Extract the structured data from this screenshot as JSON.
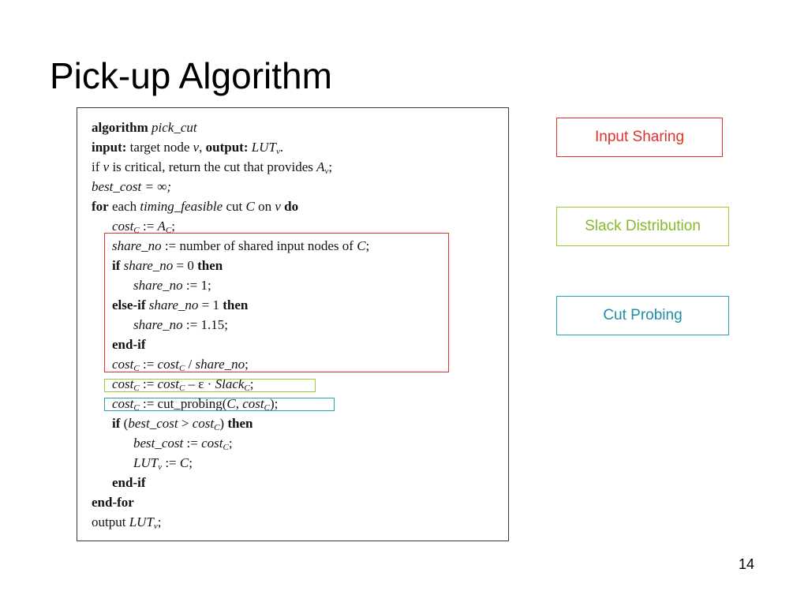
{
  "slide": {
    "title": "Pick-up Algorithm",
    "page_number": "14"
  },
  "algorithm": {
    "l1": {
      "kw": "algorithm",
      "name": "pick_cut"
    },
    "l2": {
      "kw_input": "input:",
      "text_a": "target node",
      "var_v": "v",
      "comma": ",",
      "kw_output": "output:",
      "lut": "LUT",
      "lut_sub": "v",
      "dot": "."
    },
    "l3": {
      "text_a": "if",
      "var_v": "v",
      "text_b": "is critical, return the cut that provides",
      "a": "A",
      "a_sub": "v",
      "semi": ";"
    },
    "l4": {
      "text": "best_cost = ∞;"
    },
    "l5": {
      "kw_for": "for",
      "text_a": "each",
      "tf": "timing_feasible",
      "text_b": "cut",
      "c": "C",
      "text_c": "on",
      "v": "v",
      "kw_do": "do"
    },
    "l6": {
      "cost": "cost",
      "sub": "C",
      "assign": ":=",
      "a": "A",
      "a_sub": "C",
      "semi": ";"
    },
    "l7": {
      "share": "share_no",
      "text": ":= number of shared input nodes of",
      "c": "C",
      "semi": ";"
    },
    "l8": {
      "kw_if": "if",
      "share": "share_no",
      "text": "= 0",
      "kw_then": "then"
    },
    "l9": {
      "share": "share_no",
      "text": ":= 1;"
    },
    "l10": {
      "kw_elseif": "else-if",
      "share": "share_no",
      "text": "= 1",
      "kw_then": "then"
    },
    "l11": {
      "share": "share_no",
      "text": ":= 1.15;"
    },
    "l12": {
      "kw": "end-if"
    },
    "l13": {
      "cost1": "cost",
      "sub1": "C",
      "assign": ":=",
      "cost2": "cost",
      "sub2": "C",
      "slash": "/",
      "share": "share_no",
      "semi": ";"
    },
    "l14": {
      "cost1": "cost",
      "sub1": "C",
      "assign": ":=",
      "cost2": "cost",
      "sub2": "C",
      "minus": "– ε ·",
      "slack": "Slack",
      "sub3": "C",
      "semi": ";"
    },
    "l15": {
      "cost1": "cost",
      "sub1": "C",
      "assign": ":= cut_probing(",
      "c": "C",
      "comma": ",",
      "cost2": "cost",
      "sub2": "C",
      "close": ");"
    },
    "l16": {
      "kw_if": "if",
      "paren_open": "(",
      "best": "best_cost",
      "gt": ">",
      "cost": "cost",
      "sub": "C",
      "paren_close": ")",
      "kw_then": "then"
    },
    "l17": {
      "best": "best_cost",
      "assign": ":=",
      "cost": "cost",
      "sub": "C",
      "semi": ";"
    },
    "l18": {
      "lut": "LUT",
      "sub": "v",
      "assign": ":=",
      "c": "C",
      "semi": ";"
    },
    "l19": {
      "kw": "end-if"
    },
    "l20": {
      "kw": "end-for"
    },
    "l21": {
      "text": "output",
      "lut": "LUT",
      "sub": "v",
      "semi": ";"
    }
  },
  "annotations": {
    "input_sharing": "Input Sharing",
    "slack_distribution": "Slack Distribution",
    "cut_probing": "Cut Probing"
  },
  "colors": {
    "input_sharing": "#e0322a",
    "slack_distribution": "#9acd32",
    "cut_probing": "#2aa0b0"
  }
}
